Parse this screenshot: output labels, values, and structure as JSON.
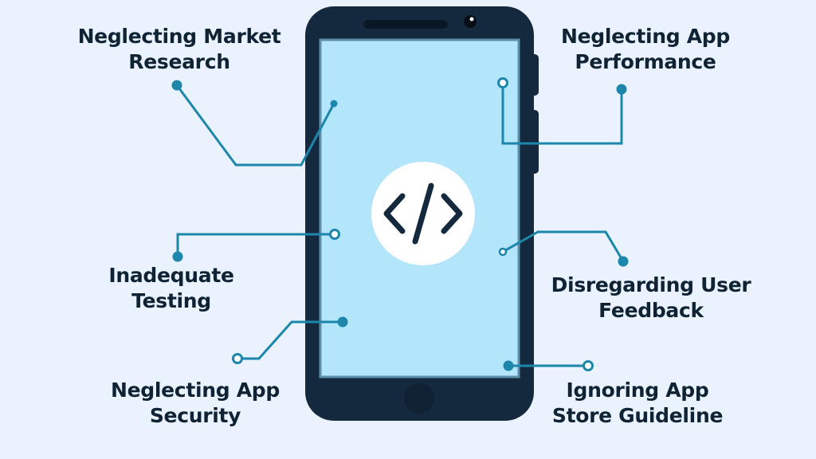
{
  "colors": {
    "background": "#e9f2fd",
    "phone_body": "#14293e",
    "screen": "#b3e5fb",
    "screen_border": "#5d8faa",
    "connector": "#1c86ab",
    "text": "#0f2334",
    "code_badge": "#ffffff"
  },
  "center_icon": "code-brackets-icon",
  "labels": {
    "market_research": [
      "Neglecting Market",
      "Research"
    ],
    "app_performance": [
      "Neglecting App",
      "Performance"
    ],
    "testing": [
      "Inadequate",
      "Testing"
    ],
    "user_feedback": [
      "Disregarding User",
      "Feedback"
    ],
    "app_security": [
      "Neglecting App",
      "Security"
    ],
    "store_guideline": [
      "Ignoring App",
      "Store Guideline"
    ]
  }
}
